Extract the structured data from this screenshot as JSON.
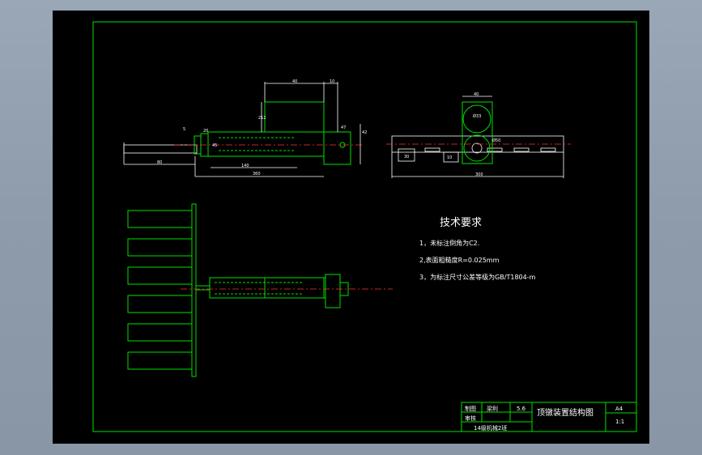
{
  "tech_requirements": {
    "title": "技术要求",
    "items": [
      "1，未标注倒角为C2.",
      "2,表面粗糙度R=0.025mm",
      "3，为标注尺寸公差等级为GB/T1804-m"
    ]
  },
  "title_block": {
    "drawing_title": "顶镦装置结构图",
    "designer_label": "制图",
    "designer_name": "梁利",
    "checker_label": "审核",
    "quantity": "5.6",
    "size": "A4",
    "scale": "1:1",
    "class": "14级机械2班"
  },
  "dimensions": {
    "d40_top": "40",
    "d10": "10",
    "d212": "212",
    "d5": "5",
    "d20": "20",
    "d45": "45",
    "d47": "47",
    "d42": "42",
    "d140": "140",
    "d360": "360",
    "d80": "80",
    "d40_right": "40",
    "d33": "Ø33",
    "d50": "Ø50",
    "d300": "300",
    "d10b": "10",
    "d30": "30"
  },
  "colors": {
    "background": "#000000",
    "frame": "#00e000",
    "dimension": "#ffffff",
    "centerline": "#ff3030"
  }
}
